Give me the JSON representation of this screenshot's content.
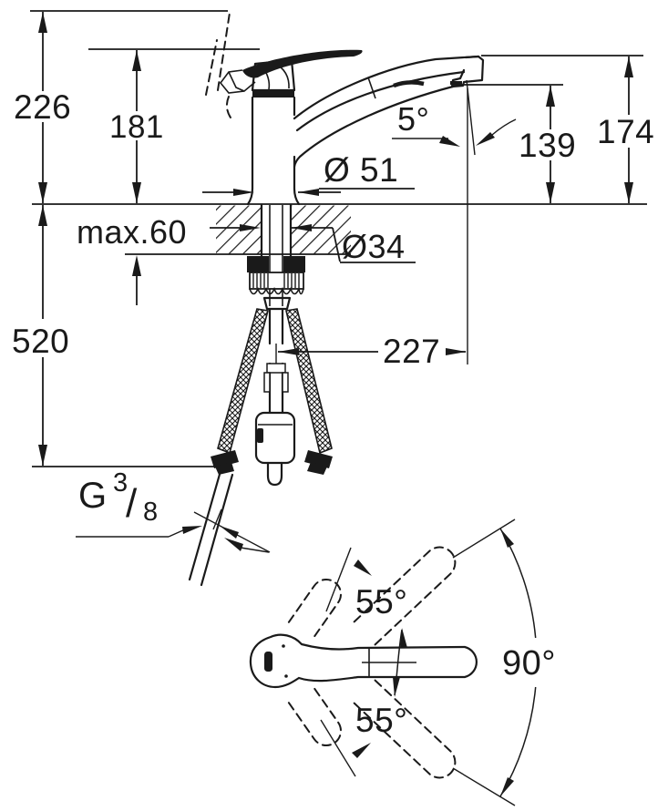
{
  "labels": {
    "dim_total_height": "226",
    "dim_body_height": "181",
    "dim_spout_end_height": "174",
    "dim_outlet_height": "139",
    "dim_hose_below": "520",
    "dim_spout_reach": "227",
    "dim_base_diameter": "Ø 51",
    "dim_hole_diameter": "Ø34",
    "dim_max_counter_thickness": "max.60",
    "angle_spout": "5°",
    "angle_handle_up": "55°",
    "angle_handle_down": "55°",
    "angle_swivel": "90°",
    "thread_prefix": "G",
    "thread_numerator": "3",
    "thread_slash": "/",
    "thread_denominator": "8"
  },
  "colors": {
    "line": "#1a1a1a",
    "background": "#ffffff"
  }
}
